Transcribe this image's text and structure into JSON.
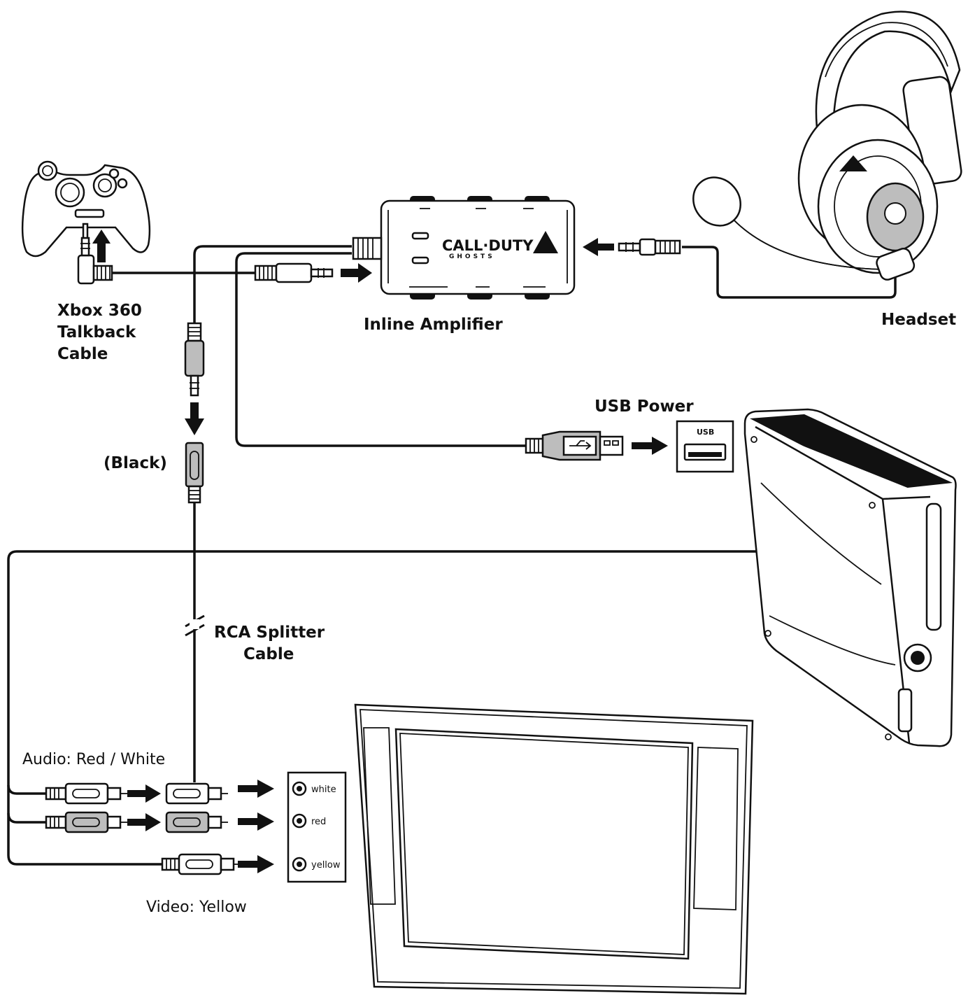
{
  "labels": {
    "talkback_line1": "Xbox 360",
    "talkback_line2": "Talkback",
    "talkback_line3": "Cable",
    "inline_amp": "Inline Amplifier",
    "headset": "Headset",
    "usb_power": "USB Power",
    "black": "(Black)",
    "rca_line1": "RCA Splitter",
    "rca_line2": "Cable",
    "audio": "Audio: Red / White",
    "video": "Video: Yellow"
  },
  "amp_logo": {
    "line1": "CALL·DUTY",
    "line2": "GHOSTS"
  },
  "usb_port_label": "USB",
  "tv_jacks": {
    "white": "white",
    "red": "red",
    "yellow": "yellow"
  },
  "icons": [
    "xbox-controller-icon",
    "headset-icon",
    "inline-amplifier-icon",
    "xbox-console-icon",
    "television-icon",
    "usb-plug-icon",
    "audio-jack-icon",
    "rca-plug-icon",
    "arrow-icon"
  ]
}
